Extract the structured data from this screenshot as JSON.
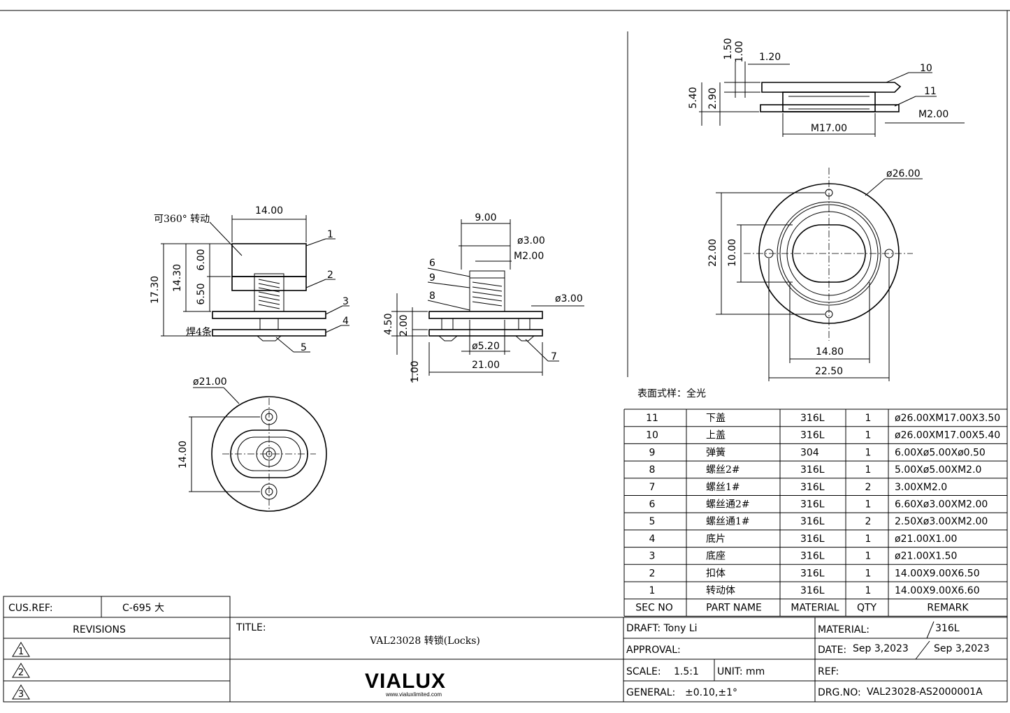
{
  "views": {
    "front": {
      "note_rotate": "可360° 转动",
      "note_weld": "焊4条",
      "dims": {
        "width": "14.00",
        "h_top": "6.00",
        "h_mid": "6.50",
        "h_total1": "14.30",
        "h_total2": "17.30"
      },
      "balloons": [
        "1",
        "2",
        "3",
        "4",
        "5"
      ]
    },
    "side": {
      "dims": {
        "width": "9.00",
        "dia_top": "ø3.00",
        "thread": "M2.00",
        "dia_right": "ø3.00",
        "h1": "4.50",
        "h2": "2.00",
        "h3": "1.00",
        "inner": "ø5.20",
        "base": "21.00"
      },
      "balloons": [
        "6",
        "9",
        "8",
        "7"
      ]
    },
    "bottom": {
      "dims": {
        "dia": "ø21.00",
        "spacing": "14.00"
      }
    },
    "cap_section": {
      "dims": {
        "d1": "1.50",
        "d2": "1.00",
        "d3": "1.20",
        "d4": "5.40",
        "d5": "2.90",
        "thread": "M17.00",
        "m2": "M2.00"
      },
      "balloons": [
        "10",
        "11"
      ]
    },
    "cap_plan": {
      "dims": {
        "dia": "ø26.00",
        "h1": "22.00",
        "h2": "10.00",
        "w1": "14.80",
        "w2": "22.50"
      }
    }
  },
  "surface_finish": "表面式样：全光",
  "bom": {
    "headers": [
      "SEC NO",
      "PART NAME",
      "MATERIAL",
      "QTY",
      "REMARK"
    ],
    "rows": [
      [
        "11",
        "下盖",
        "316L",
        "1",
        "ø26.00XM17.00X3.50"
      ],
      [
        "10",
        "上盖",
        "316L",
        "1",
        "ø26.00XM17.00X5.40"
      ],
      [
        "9",
        "弹簧",
        "304",
        "1",
        "6.00Xø5.00Xø0.50"
      ],
      [
        "8",
        "螺丝2#",
        "316L",
        "1",
        "5.00Xø5.00XM2.0"
      ],
      [
        "7",
        "螺丝1#",
        "316L",
        "2",
        "3.00XM2.0"
      ],
      [
        "6",
        "螺丝通2#",
        "316L",
        "1",
        "6.60Xø3.00XM2.00"
      ],
      [
        "5",
        "螺丝通1#",
        "316L",
        "2",
        "2.50Xø3.00XM2.00"
      ],
      [
        "4",
        "底片",
        "316L",
        "1",
        "ø21.00X1.00"
      ],
      [
        "3",
        "底座",
        "316L",
        "1",
        "ø21.00X1.50"
      ],
      [
        "2",
        "扣体",
        "316L",
        "1",
        "14.00X9.00X6.50"
      ],
      [
        "1",
        "转动体",
        "316L",
        "1",
        "14.00X9.00X6.60"
      ]
    ]
  },
  "title_block": {
    "cus_ref_label": "CUS.REF:",
    "cus_ref_value": "C-695 大",
    "revisions_label": "REVISIONS",
    "revision_marks": [
      "1",
      "2",
      "3"
    ],
    "title_label": "TITLE:",
    "title_value": "VAL23028    转锁(Locks)",
    "logo": "VIALUX",
    "logo_url": "www.vialuxlimited.com",
    "draft": "DRAFT:  Tony  Li",
    "approval": "APPROVAL:",
    "scale_label": "SCALE:",
    "scale_value": "1.5:1",
    "unit": "UNIT:  mm",
    "general_label": "GENERAL:",
    "general_value": "±0.10,±1°",
    "material_label": "MATERIAL:",
    "material_value": "316L",
    "date_label": "DATE:",
    "date_value1": "Sep  3,2023",
    "date_value2": "Sep  3,2023",
    "ref_label": "REF:",
    "drg_label": "DRG.NO:",
    "drg_value": "VAL23028-AS2000001A"
  }
}
